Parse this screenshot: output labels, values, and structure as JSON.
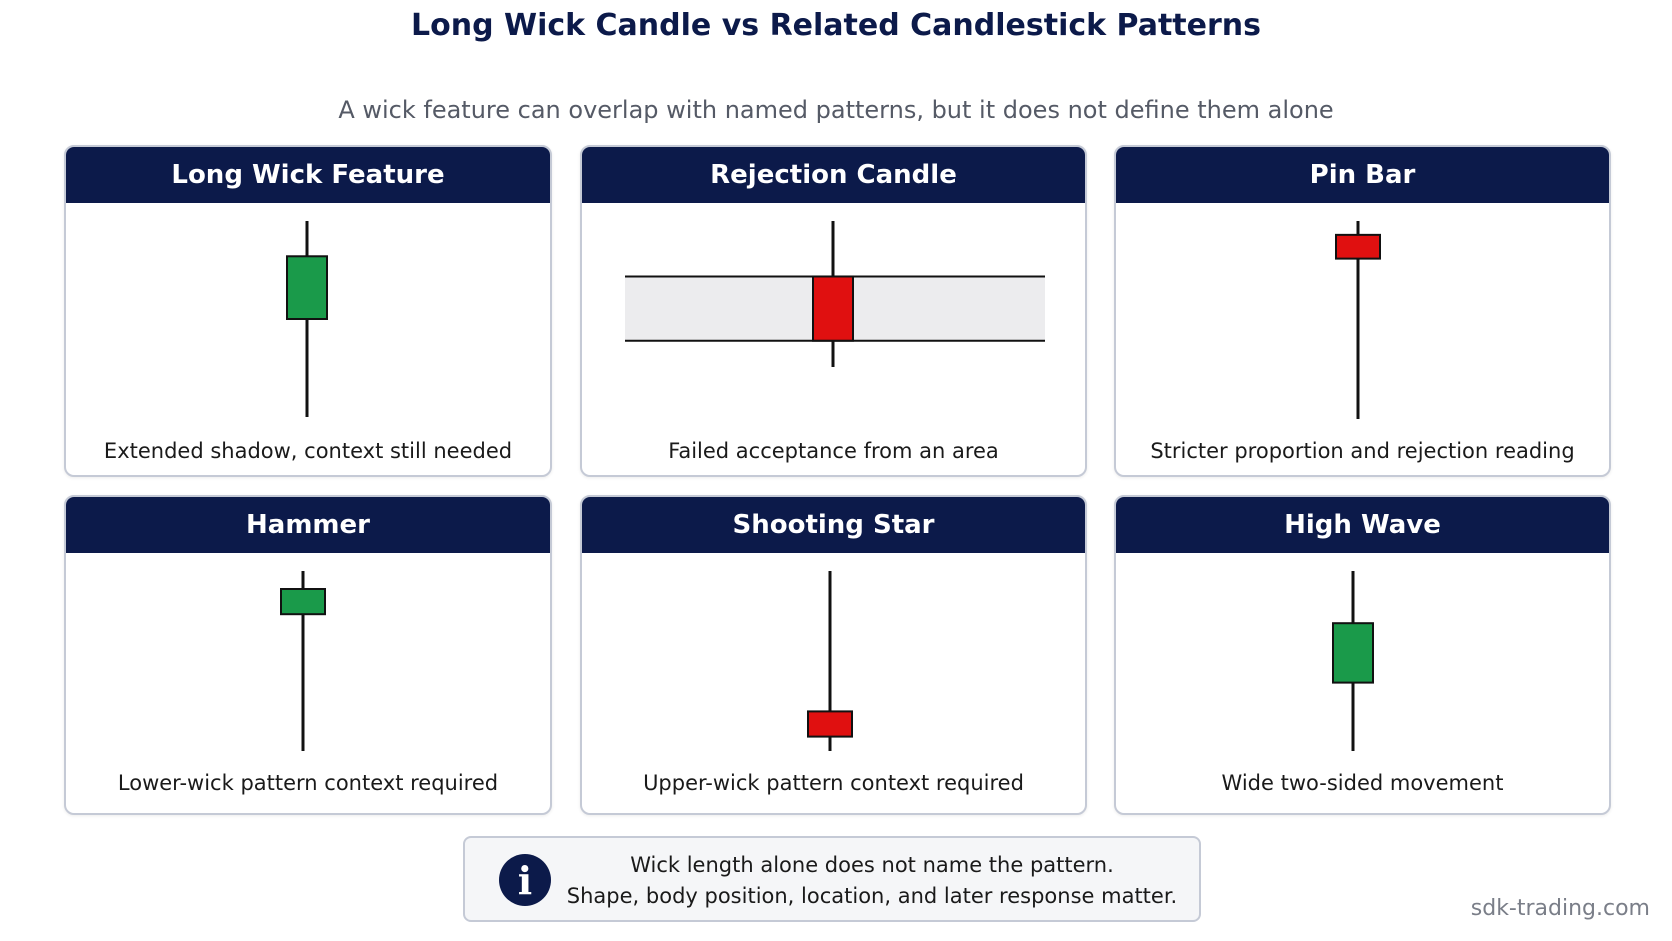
{
  "title": "Long Wick Candle vs Related Candlestick Patterns",
  "subtitle": "A wick feature can overlap with named patterns, but it does not define them alone",
  "colors": {
    "navy": "#0c1a4a",
    "bullish": "#1a9a4a",
    "bearish": "#e01010",
    "zone": "#ececee"
  },
  "cards": [
    {
      "title": "Long Wick Feature",
      "caption": "Extended shadow, context still needed",
      "candle": {
        "color": "bullish",
        "wick_high": 0.0,
        "body_top": 0.18,
        "body_bottom": 0.5,
        "wick_low": 1.0,
        "body_width": "medium"
      }
    },
    {
      "title": "Rejection Candle",
      "caption": "Failed acceptance from an area",
      "candle": {
        "color": "bearish",
        "wick_high": 0.0,
        "body_top": 0.38,
        "body_bottom": 0.82,
        "wick_low": 1.0,
        "body_width": "medium"
      },
      "zone": {
        "top": 0.38,
        "bottom": 0.82
      }
    },
    {
      "title": "Pin Bar",
      "caption": "Stricter proportion and rejection reading",
      "candle": {
        "color": "bearish",
        "wick_high": 0.0,
        "body_top": 0.07,
        "body_bottom": 0.19,
        "wick_low": 1.0,
        "body_width": "wide"
      }
    },
    {
      "title": "Hammer",
      "caption": "Lower-wick pattern context required",
      "candle": {
        "color": "bullish",
        "wick_high": 0.0,
        "body_top": 0.1,
        "body_bottom": 0.24,
        "wick_low": 1.0,
        "body_width": "wide"
      }
    },
    {
      "title": "Shooting Star",
      "caption": "Upper-wick pattern context required",
      "candle": {
        "color": "bearish",
        "wick_high": 0.0,
        "body_top": 0.78,
        "body_bottom": 0.92,
        "wick_low": 1.0,
        "body_width": "wide"
      }
    },
    {
      "title": "High Wave",
      "caption": "Wide two-sided movement",
      "candle": {
        "color": "bullish",
        "wick_high": 0.0,
        "body_top": 0.29,
        "body_bottom": 0.62,
        "wick_low": 1.0,
        "body_width": "medium"
      }
    }
  ],
  "note": {
    "icon": "info-icon",
    "line1": "Wick length alone does not name the pattern.",
    "line2": "Shape, body position, location, and later response matter."
  },
  "watermark": "sdk-trading.com"
}
